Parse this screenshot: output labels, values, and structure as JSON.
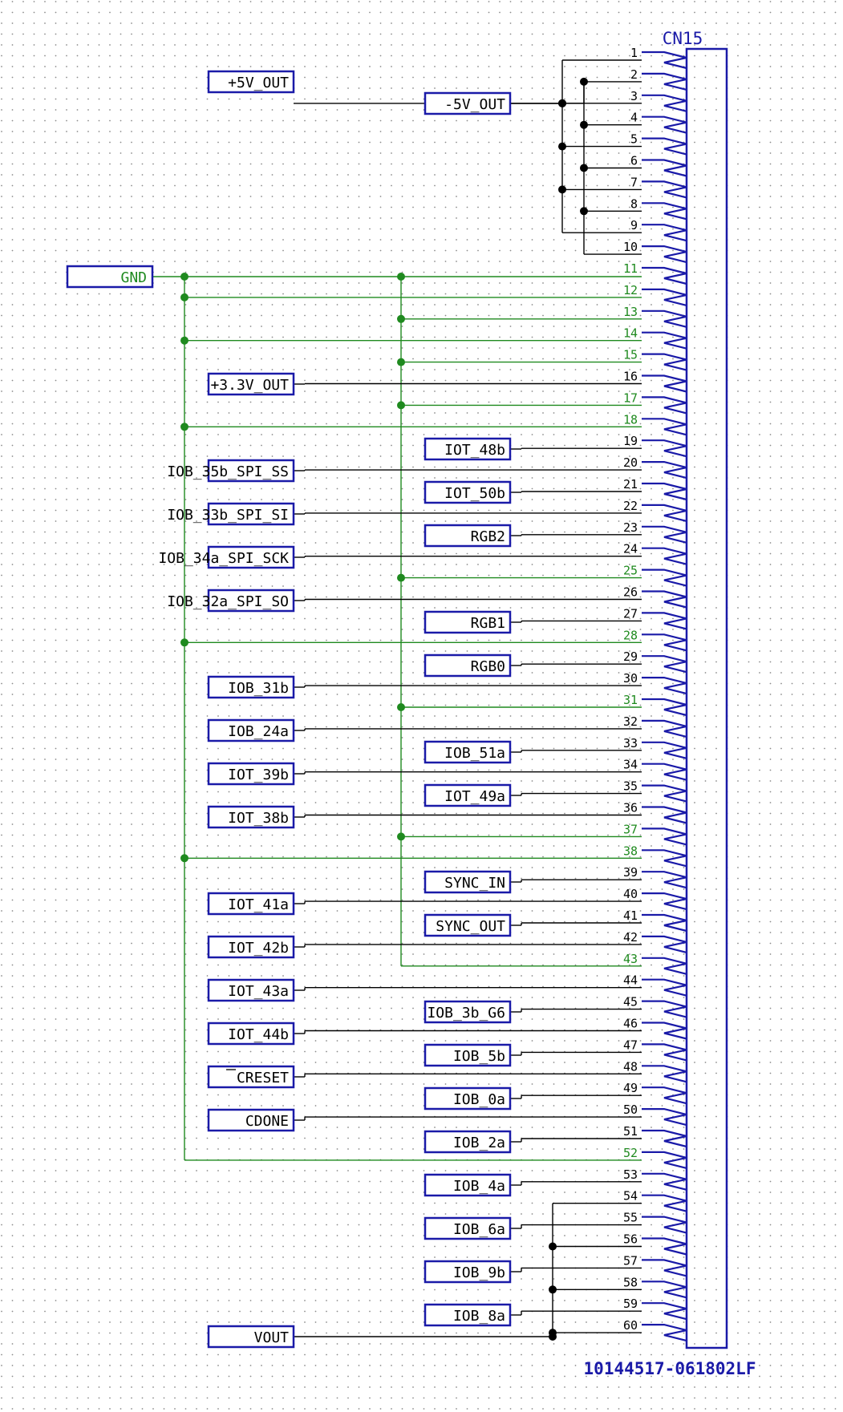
{
  "connector": {
    "ref": "CN15",
    "part_number": "10144517-061802LF",
    "pin_count": 60
  },
  "colors": {
    "background": "#ffffff",
    "grid_dot": "#8c8c8c",
    "component": "#1a1aa8",
    "wire": "#000000",
    "gnd_wire": "#1f8a1f"
  },
  "gnd_pins": [
    11,
    12,
    13,
    14,
    15,
    17,
    18,
    25,
    28,
    31,
    37,
    38,
    43,
    52
  ],
  "labels": {
    "p5v_out": "+5V_OUT",
    "m5v_out": "-5V_OUT",
    "gnd": "GND",
    "p3v3_out": "+3.3V_OUT",
    "iot_48b": "IOT_48b",
    "iob_35b_spi_ss": "IOB_35b_SPI_SS",
    "iot_50b": "IOT_50b",
    "iob_33b_spi_si": "IOB_33b_SPI_SI",
    "rgb2": "RGB2",
    "iob_34a_spi_sck": "IOB_34a_SPI_SCK",
    "iob_32a_spi_so": "IOB_32a_SPI_SO",
    "rgb1": "RGB1",
    "rgb0": "RGB0",
    "iob_31b": "IOB_31b",
    "iob_24a": "IOB_24a",
    "iob_51a": "IOB_51a",
    "iot_39b": "IOT_39b",
    "iot_49a": "IOT_49a",
    "iot_38b": "IOT_38b",
    "sync_in": "SYNC_IN",
    "iot_41a": "IOT_41a",
    "sync_out": "SYNC_OUT",
    "iot_42b": "IOT_42b",
    "iot_43a": "IOT_43a",
    "iob_3b_g6": "IOB_3b_G6",
    "iot_44b": "IOT_44b",
    "iob_5b": "IOB_5b",
    "creset": "CRESET",
    "iob_0a": "IOB_0a",
    "cdone": "CDONE",
    "iob_2a": "IOB_2a",
    "iob_4a": "IOB_4a",
    "iob_6a": "IOB_6a",
    "iob_9b": "IOB_9b",
    "iob_8a": "IOB_8a",
    "vout": "VOUT"
  }
}
